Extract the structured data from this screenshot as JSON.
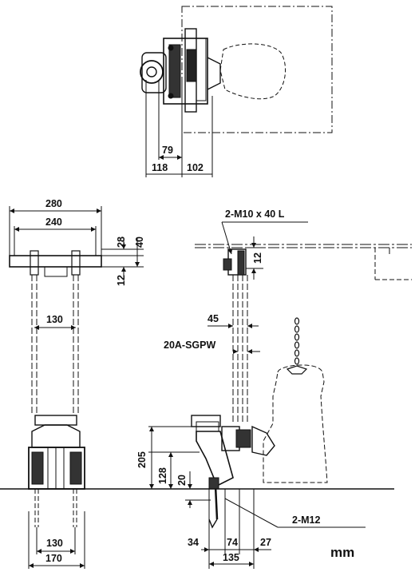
{
  "drawing": {
    "unit_label": "mm",
    "top_view": {
      "dim_79": "79",
      "dim_118": "118",
      "dim_102": "102"
    },
    "front_view": {
      "dim_280": "280",
      "dim_240": "240",
      "dim_28": "28",
      "dim_40": "40",
      "dim_12": "12",
      "dim_130_upper": "130",
      "dim_130_lower": "130",
      "dim_170": "170"
    },
    "side_view": {
      "bolt_callout": "2-M10 x 40 L",
      "dim_12": "12",
      "dim_45": "45",
      "pipe_callout": "20A-SGPW",
      "dim_205": "205",
      "dim_128": "128",
      "dim_20": "20",
      "anchor_callout": "2-M12",
      "dim_34": "34",
      "dim_74": "74",
      "dim_27": "27",
      "dim_135": "135"
    }
  }
}
